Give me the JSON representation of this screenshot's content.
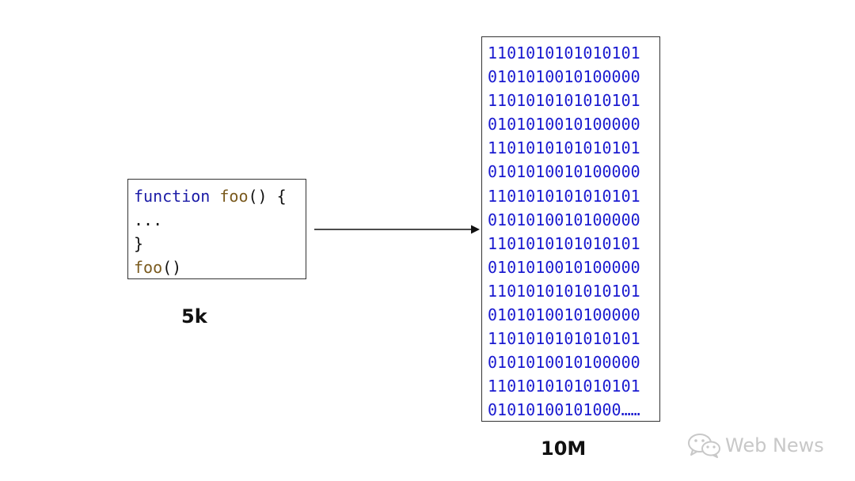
{
  "code": {
    "line1": {
      "keyword": "function",
      "space": " ",
      "name": "foo",
      "rest": "() {"
    },
    "line2": "...",
    "line3": "}",
    "line4": {
      "name": "foo",
      "rest": "()"
    }
  },
  "left_caption": "5k",
  "right_caption": "10M",
  "binary_lines": [
    "1101010101010101",
    "0101010010100000",
    "1101010101010101",
    "0101010010100000",
    "1101010101010101",
    "0101010010100000",
    "1101010101010101",
    "0101010010100000",
    "1101010101010101",
    "0101010010100000",
    "1101010101010101",
    "0101010010100000",
    "1101010101010101",
    "0101010010100000",
    "1101010101010101",
    "01010100101000……"
  ],
  "watermark": {
    "text": "Web News",
    "icon": "wechat-icon"
  },
  "colors": {
    "keyword": "#1a1aa6",
    "function_name": "#7a5a1e",
    "binary": "#1a1ad0",
    "watermark": "#c8c8c8"
  }
}
